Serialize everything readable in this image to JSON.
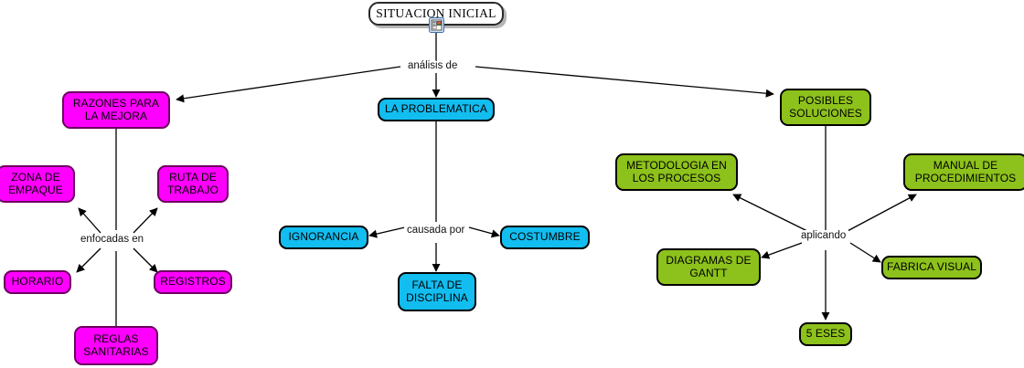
{
  "diagram": {
    "title": "SITUACION INICIAL",
    "type": "concept-map",
    "background_color": "#ffffff",
    "palette": {
      "root_fill": "#ffffff",
      "magenta_fill": "#ff00ff",
      "magenta_border": "#6b0060",
      "cyan_fill": "#12bdf0",
      "green_fill": "#8dc11b",
      "edge_color": "#000000"
    },
    "root": {
      "label": "SITUACION INICIAL",
      "icon": "document-image-icon"
    },
    "link_labels": [
      {
        "id": "analisis-de",
        "text": "análisis de"
      },
      {
        "id": "enfocadas-en",
        "text": "enfocadas en"
      },
      {
        "id": "causada-por",
        "text": "causada por"
      },
      {
        "id": "aplicando",
        "text": "aplicando"
      }
    ],
    "branches": [
      {
        "id": "razones",
        "color": "magenta",
        "head": {
          "label": "RAZONES PARA\nLA MEJORA"
        },
        "link_label": "enfocadas en",
        "children": [
          {
            "label": "ZONA DE\nEMPAQUE"
          },
          {
            "label": "RUTA DE\nTRABAJO"
          },
          {
            "label": "HORARIO"
          },
          {
            "label": "REGISTROS"
          },
          {
            "label": "REGLAS\nSANITARIAS"
          }
        ]
      },
      {
        "id": "problematica",
        "color": "cyan",
        "head": {
          "label": "LA PROBLEMATICA"
        },
        "link_label": "causada por",
        "children": [
          {
            "label": "IGNORANCIA"
          },
          {
            "label": "COSTUMBRE"
          },
          {
            "label": "FALTA DE\nDISCIPLINA"
          }
        ]
      },
      {
        "id": "soluciones",
        "color": "green",
        "head": {
          "label": "POSIBLES\nSOLUCIONES"
        },
        "link_label": "aplicando",
        "children": [
          {
            "label": "METODOLOGIA EN\nLOS PROCESOS"
          },
          {
            "label": "MANUAL DE\nPROCEDIMIENTOS"
          },
          {
            "label": "DIAGRAMAS DE\nGANTT"
          },
          {
            "label": "FABRICA VISUAL"
          },
          {
            "label": "5 ESES"
          }
        ]
      }
    ]
  }
}
